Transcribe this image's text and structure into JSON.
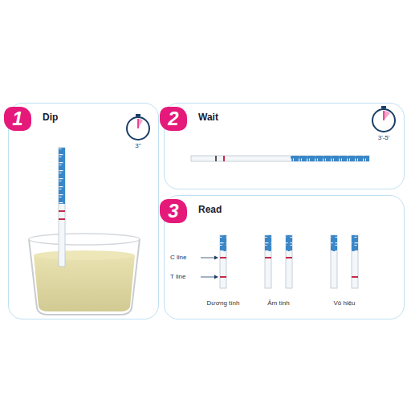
{
  "diagram": {
    "nodes": [
      {
        "text": [
          "Dip"
        ]
      },
      {
        "text": [
          "1"
        ],
        "in": 0
      },
      {
        "text": [
          "Wait"
        ]
      },
      {
        "text": [
          "2"
        ],
        "in": 2
      },
      {
        "text": [
          "Read"
        ]
      },
      {
        "text": [
          "3"
        ],
        "in": 4
      }
    ],
    "labels": [
      "3\"",
      "3'-5'",
      "C line",
      "T line",
      "Dương tính",
      "Âm tính",
      "Vô hiệu"
    ]
  }
}
